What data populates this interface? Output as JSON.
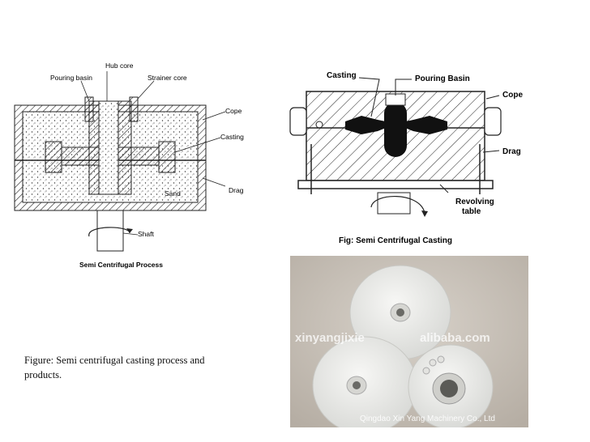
{
  "slide": {
    "caption": "Figure: Semi centrifugal casting process and products."
  },
  "left_diagram": {
    "labels": {
      "hub_core": "Hub core",
      "pouring_basin": "Pouring basin",
      "strainer_core": "Strainer core",
      "cope": "Cope",
      "casting": "Casting",
      "drag": "Drag",
      "sand": "Sand",
      "shaft": "Shaft"
    },
    "title": "Semi Centrifugal Process"
  },
  "right_diagram": {
    "labels": {
      "casting": "Casting",
      "pouring_basin": "Pouring Basin",
      "cope": "Cope",
      "drag": "Drag",
      "revolving_table_line1": "Revolving",
      "revolving_table_line2": "table"
    },
    "title": "Fig: Semi Centrifugal Casting"
  },
  "photo": {
    "watermark": "xinyangjixie",
    "watermark2": "alibaba.com",
    "credit": "Qingdao Xin Yang Machinery Co., Ltd"
  },
  "colors": {
    "photo_background": "#c4bdb4",
    "product_white": "#eeeeec",
    "ink": "#1a1a1a"
  }
}
